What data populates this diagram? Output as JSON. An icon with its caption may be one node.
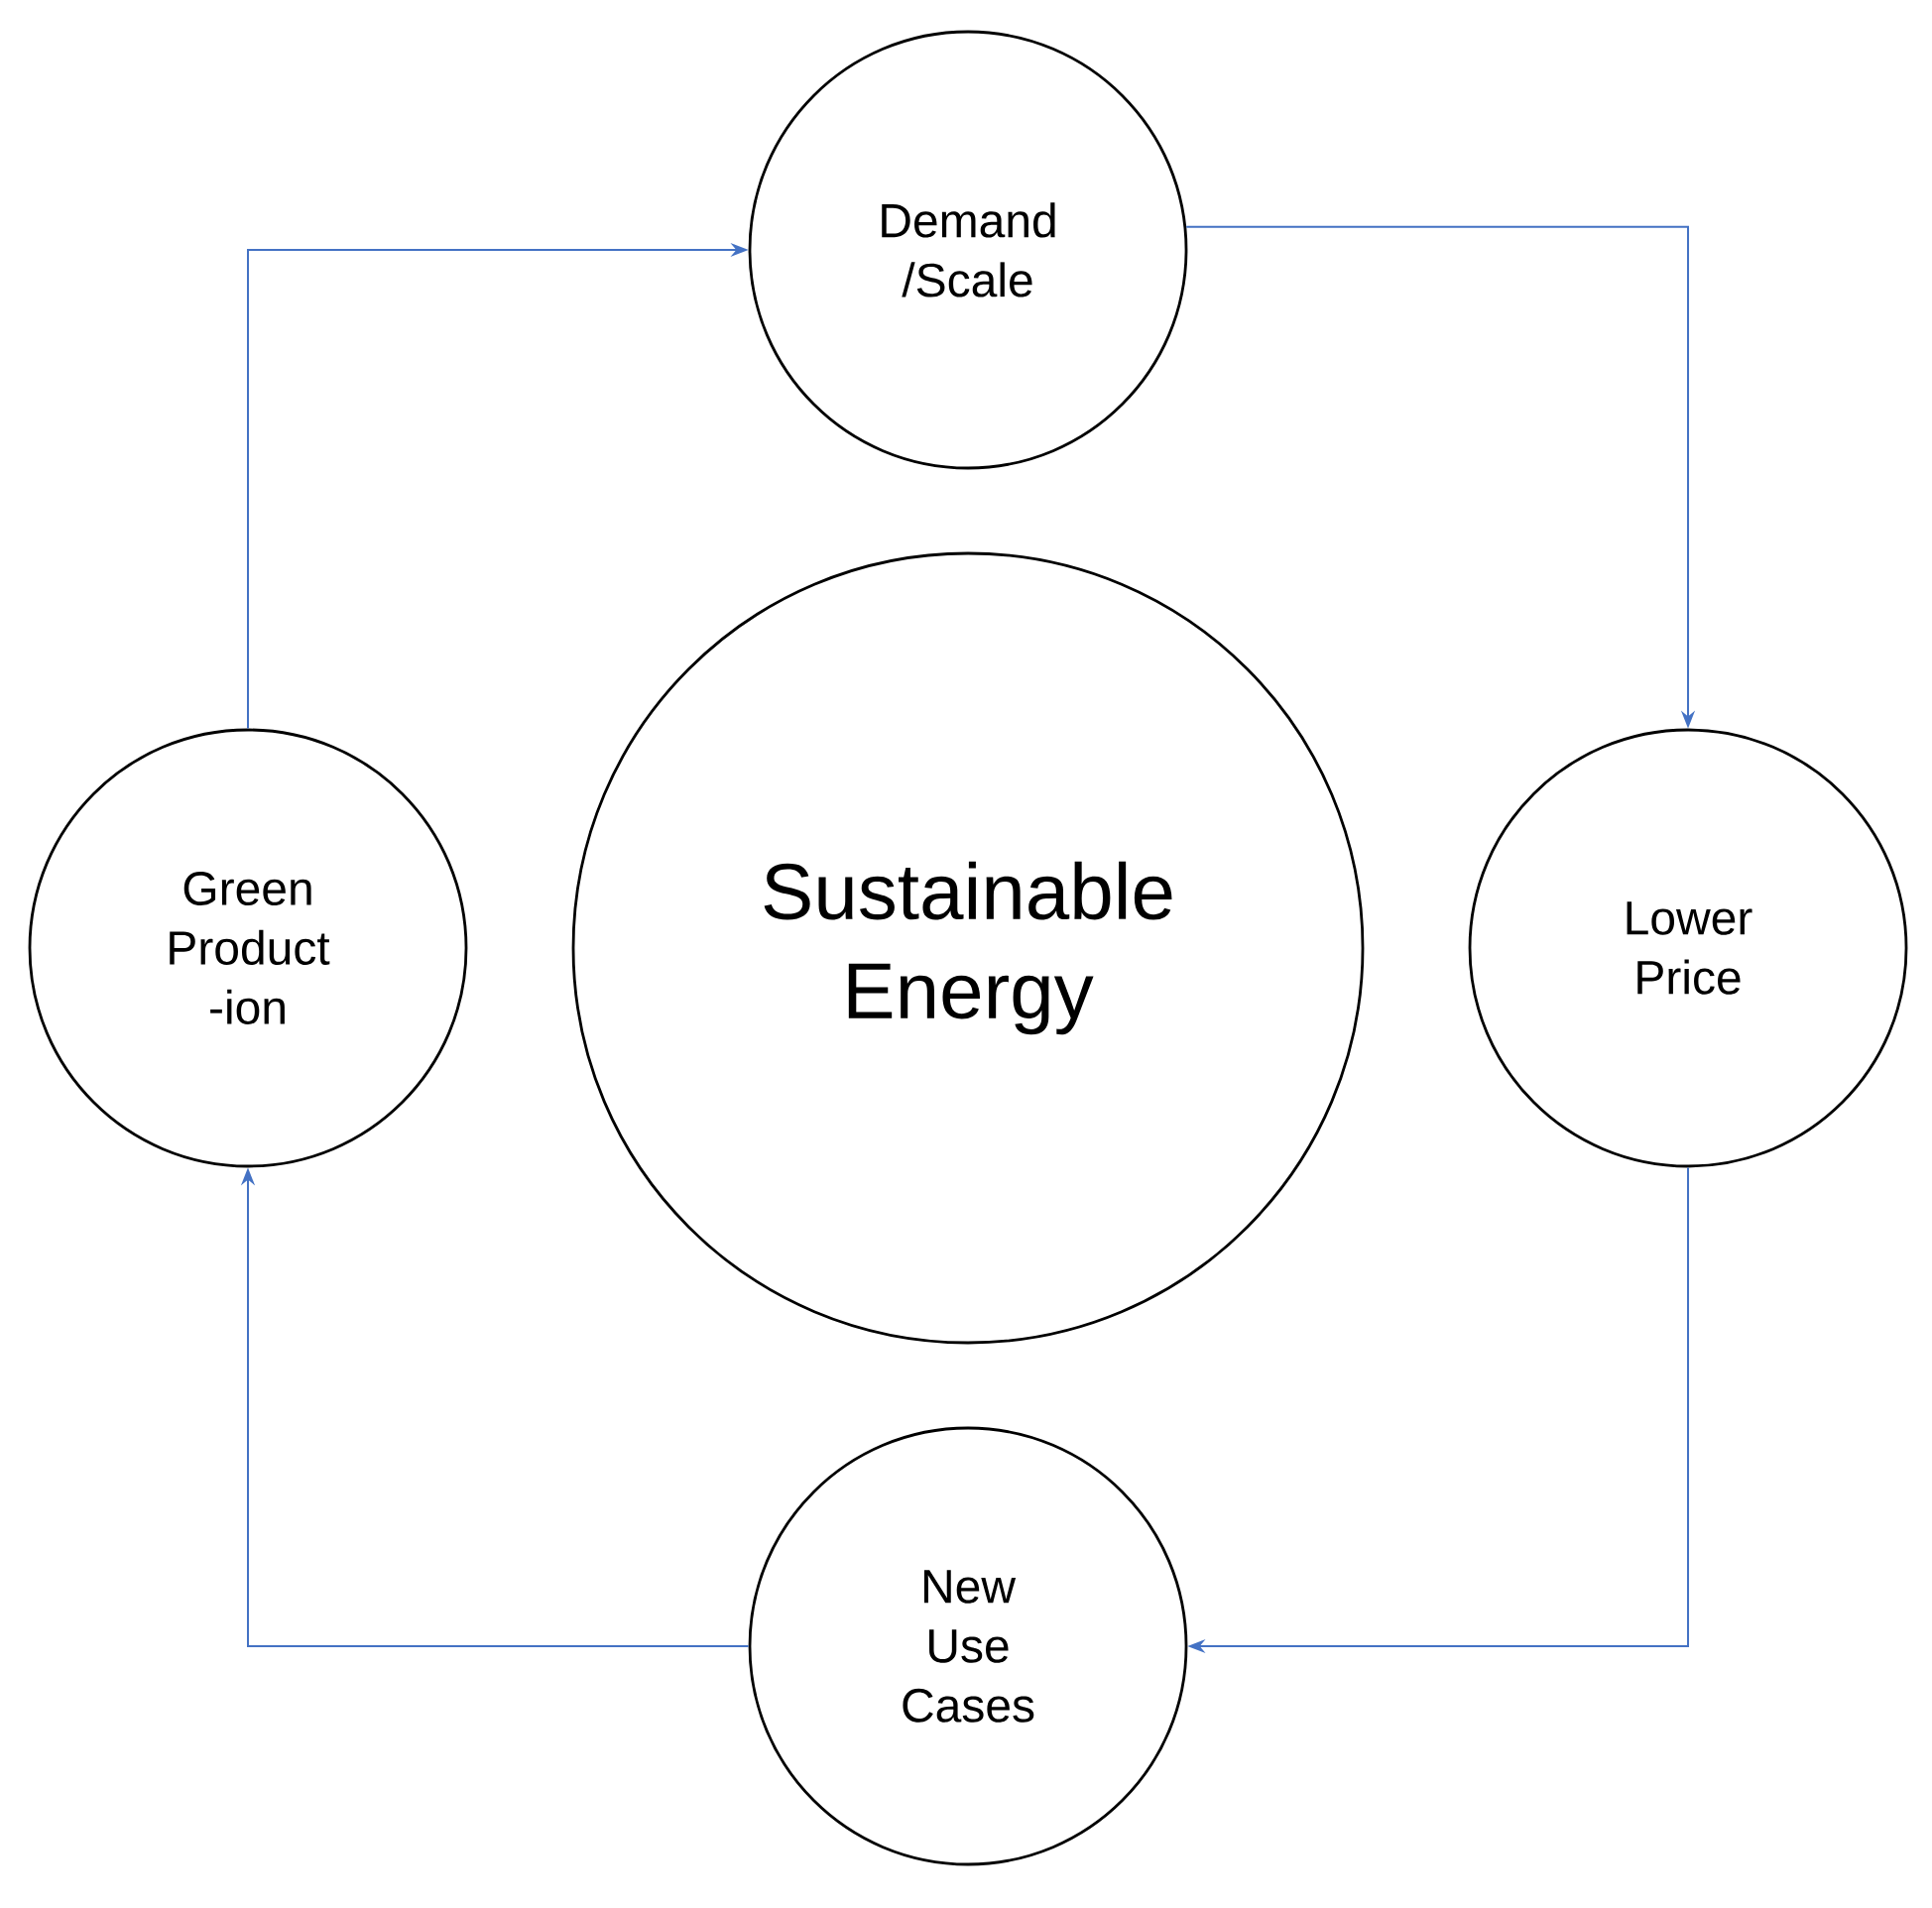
{
  "diagram": {
    "nodes": [
      {
        "text": [
          "Demand /Scale"
        ]
      },
      {
        "text": [
          "Lower Price"
        ]
      },
      {
        "text": [
          "New Use Cases"
        ]
      },
      {
        "text": [
          "Green Product -ion"
        ]
      },
      {
        "text": [
          "Sustainable Energy"
        ]
      }
    ],
    "edges": [
      {
        "from": 0,
        "to": 1,
        "arrow": "to"
      },
      {
        "from": 1,
        "to": 2,
        "arrow": "to"
      },
      {
        "from": 2,
        "to": 3,
        "arrow": "to"
      },
      {
        "from": 3,
        "to": 0,
        "arrow": "to"
      }
    ]
  }
}
